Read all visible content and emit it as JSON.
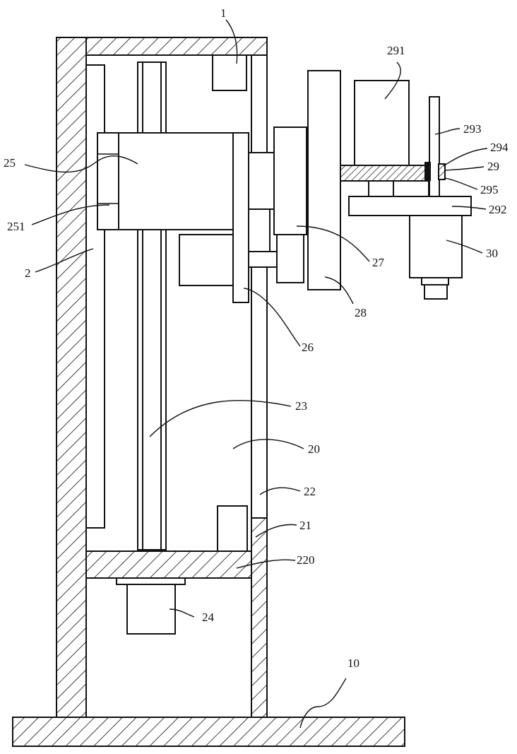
{
  "figure": {
    "labels": {
      "l1": "1",
      "l291": "291",
      "l293": "293",
      "l294": "294",
      "l29": "29",
      "l295": "295",
      "l292": "292",
      "l30": "30",
      "l25": "25",
      "l251": "251",
      "l2": "2",
      "l27": "27",
      "l28": "28",
      "l26": "26",
      "l23": "23",
      "l20": "20",
      "l22": "22",
      "l21": "21",
      "l220": "220",
      "l24": "24",
      "l10": "10"
    }
  }
}
